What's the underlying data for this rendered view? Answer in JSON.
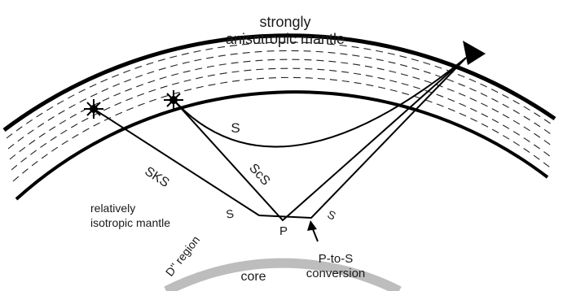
{
  "labels": {
    "strongly": "strongly",
    "anisotropic_mantle": "anisotropic mantle",
    "ray_s": "S",
    "ray_scs": "ScS",
    "ray_sks": "SKS",
    "relatively": "relatively",
    "isotropic_mantle": "isotropic mantle",
    "s_left": "S",
    "p_mid": "P",
    "s_right": "S",
    "d_region": "D'' region",
    "core": "core",
    "p_to_s": "P-to-S",
    "conversion": "conversion"
  },
  "colors": {
    "line": "#000000",
    "d_region_band": "#bdbdbd",
    "text": "#1a1a1a"
  },
  "icons": {
    "sources": "star-burst-icon",
    "receiver": "triangle-icon",
    "pointer": "arrow-icon"
  }
}
